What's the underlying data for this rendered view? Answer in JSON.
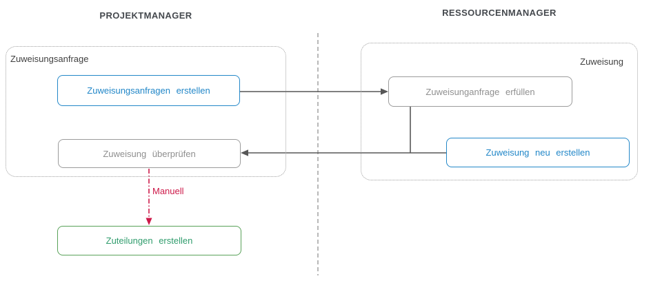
{
  "colors": {
    "accent-blue": "#2287c8",
    "border-gray": "#9b9b9b",
    "muted-gray": "#8f8f8f",
    "accent-green-border": "#58a158",
    "accent-green-text": "#2f9c6c",
    "accent-red": "#cd1949",
    "line-gray": "#575757",
    "divider-gray": "#8a8a8a",
    "heading-gray": "#45494e",
    "group-label-gray": "#3f3f3f",
    "container-dotted": "#a0a0a0"
  },
  "lanes": {
    "left": {
      "title": "PROJEKTMANAGER"
    },
    "right": {
      "title": "RESSOURCENMANAGER"
    }
  },
  "groups": {
    "left": {
      "label": "Zuweisungsanfrage"
    },
    "right": {
      "label": "Zuweisung"
    }
  },
  "nodes": {
    "create_request": {
      "label": "Zuweisungsanfragen erstellen"
    },
    "fulfill_request": {
      "label": "Zuweisunganfrage erfüllen"
    },
    "review_assignment": {
      "label": "Zuweisung überprüfen"
    },
    "create_new_assignment": {
      "label": "Zuweisung neu erstellen"
    },
    "create_allocations": {
      "label": "Zuteilungen erstellen"
    }
  },
  "edges": {
    "manual_label": "Manuell"
  }
}
